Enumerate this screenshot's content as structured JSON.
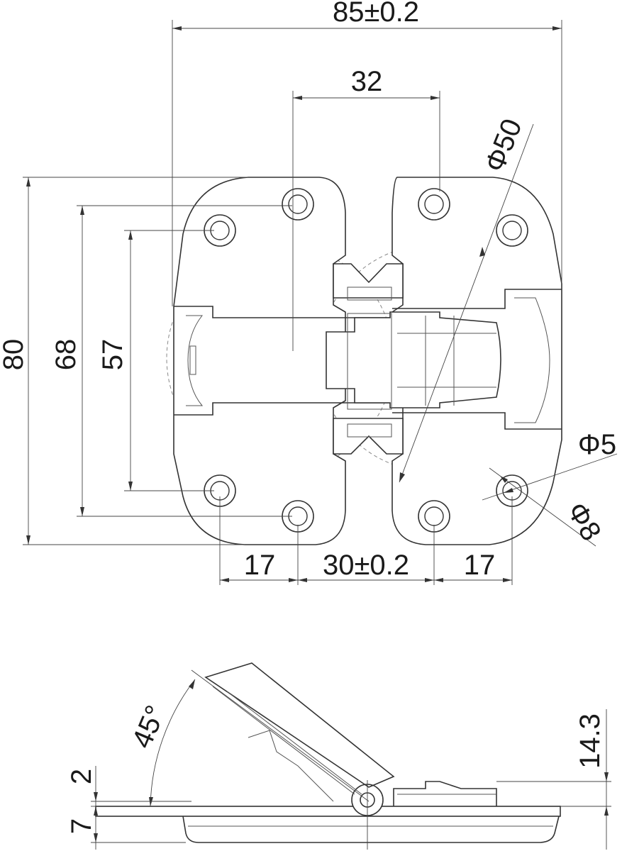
{
  "dimensions": {
    "overall_width": "85±0.2",
    "hole_pitch_top": "32",
    "circle_diameter": "Φ50",
    "overall_height": "80",
    "outer_hole_span": "68",
    "inner_hole_span": "57",
    "bottom_left": "17",
    "bottom_center": "30±0.2",
    "bottom_right": "17",
    "hole_diameter": "Φ5",
    "counterbore_diameter": "Φ8",
    "open_angle": "45°",
    "height_open": "14.3",
    "leaf_offset": "2",
    "body_depth": "7"
  }
}
